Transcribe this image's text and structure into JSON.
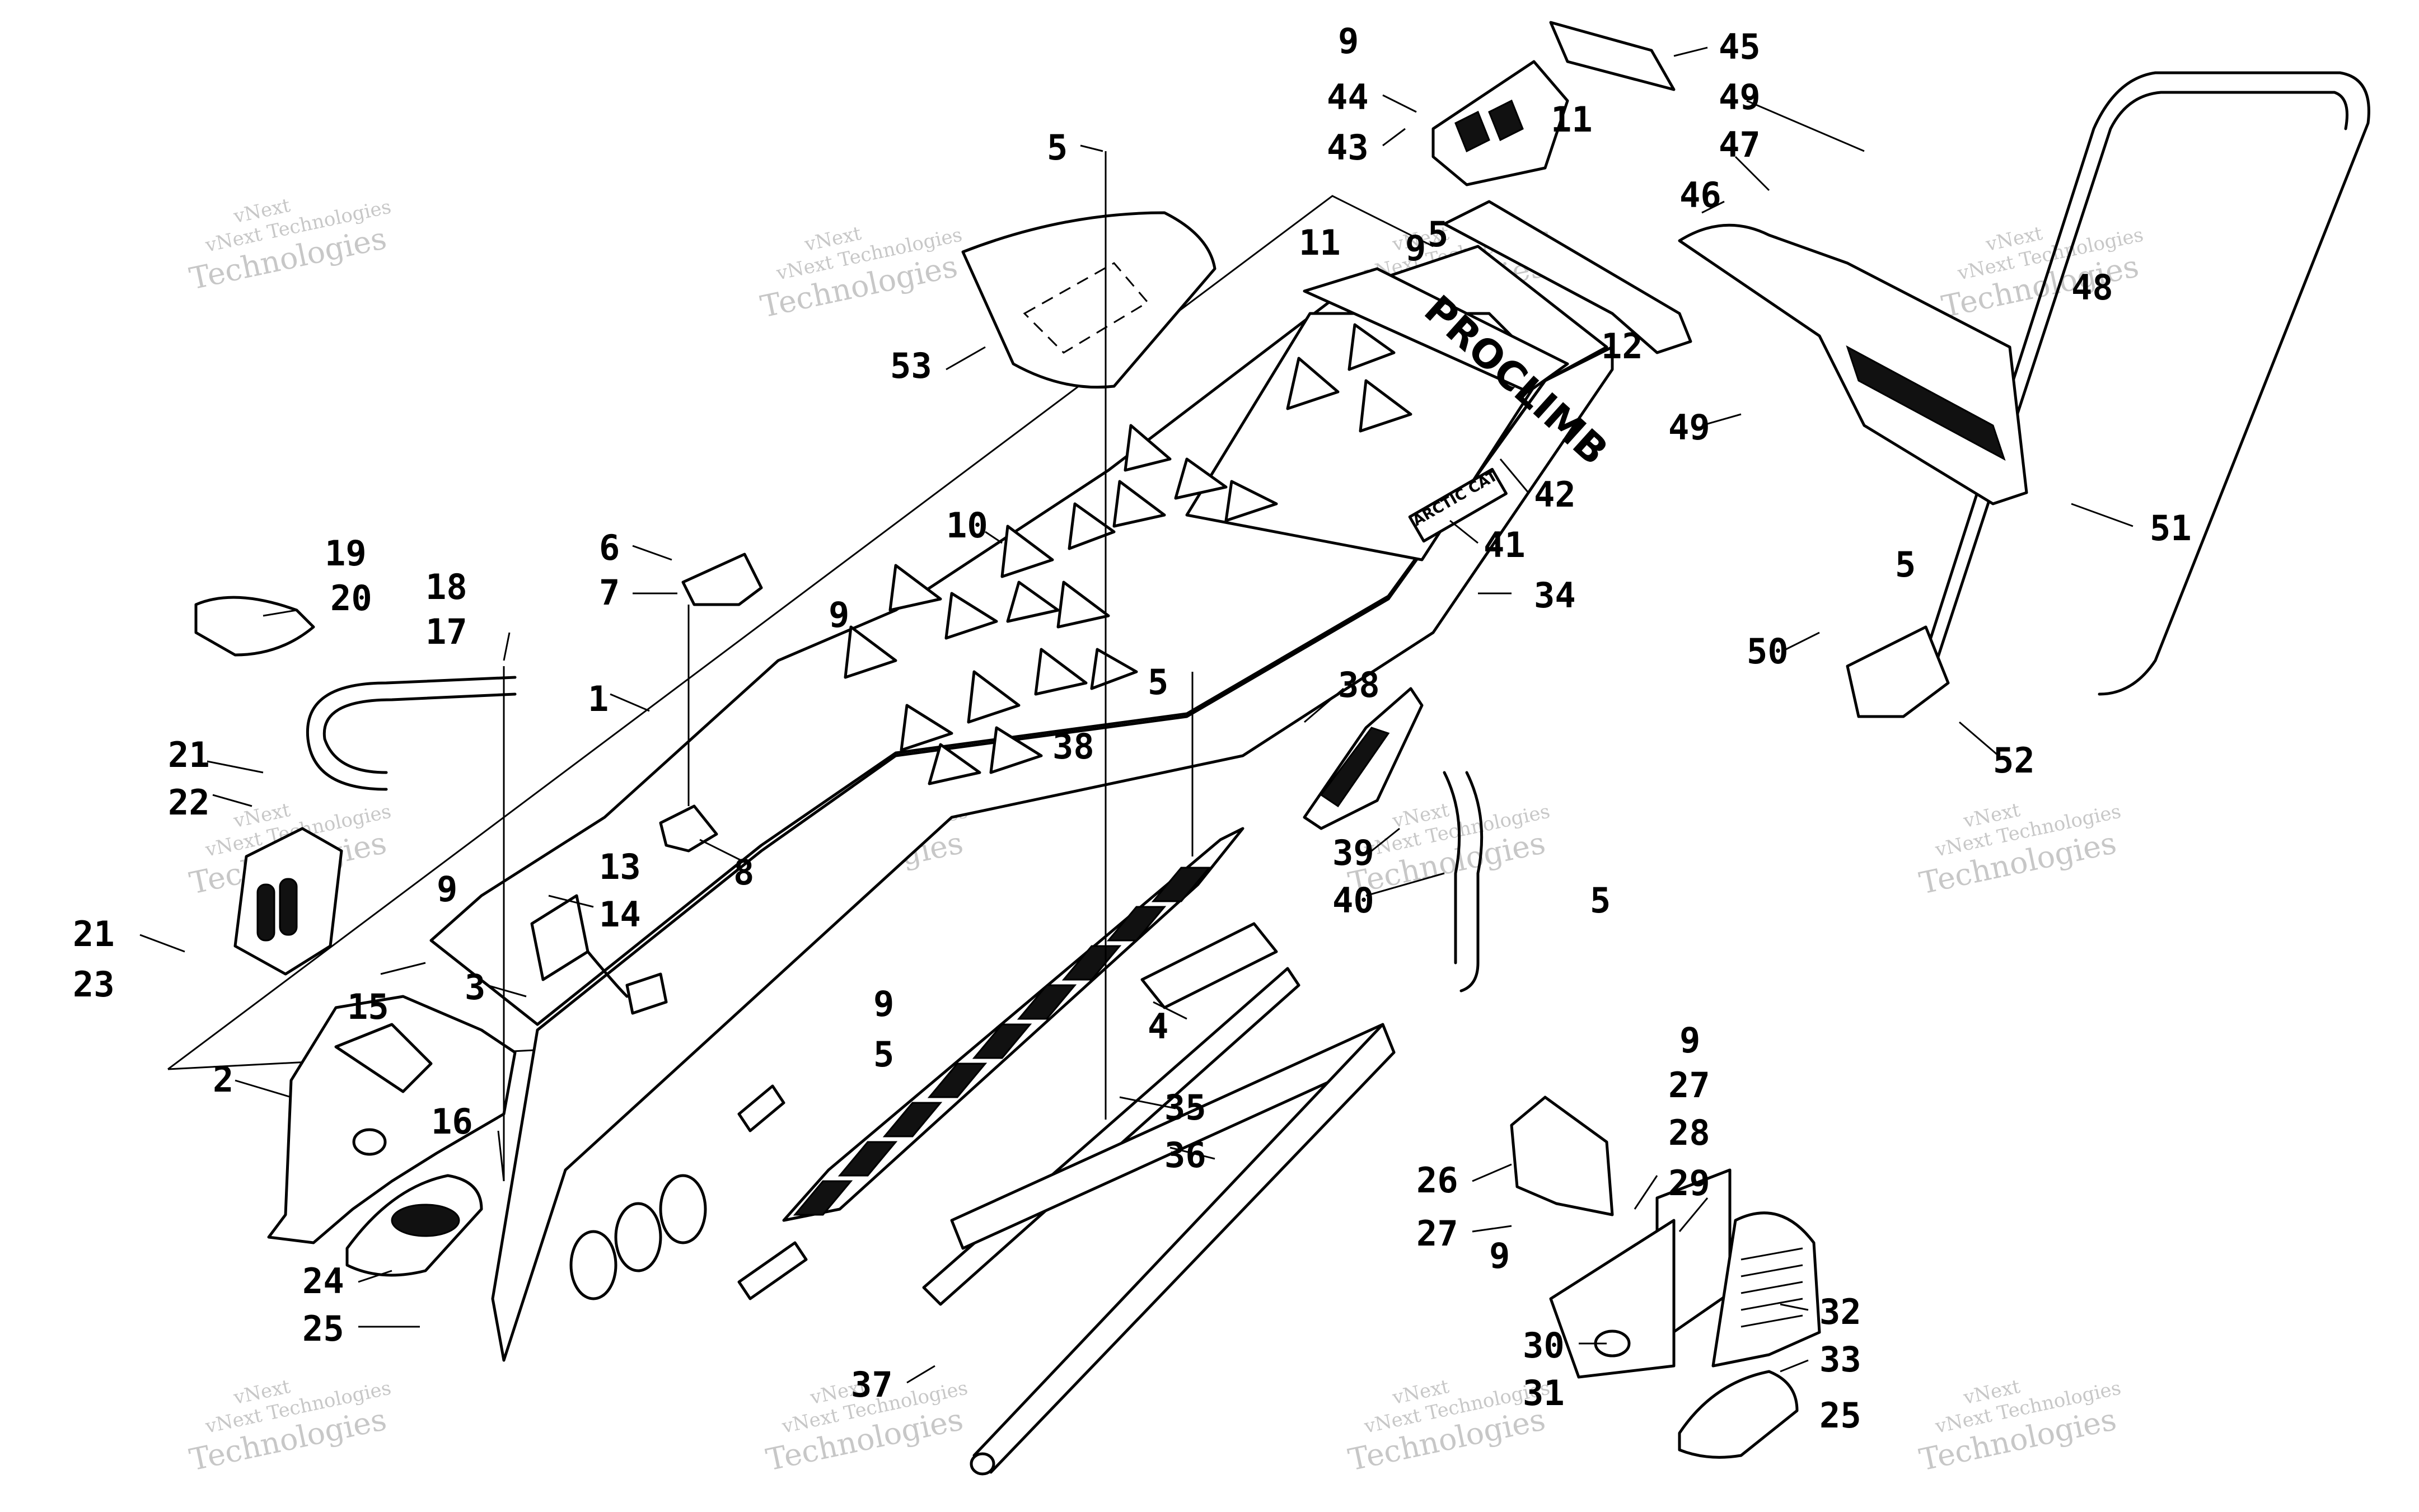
{
  "callouts": [
    {
      "num": "1"
    },
    {
      "num": "2"
    },
    {
      "num": "3"
    },
    {
      "num": "4"
    },
    {
      "num": "5"
    },
    {
      "num": "5"
    },
    {
      "num": "5"
    },
    {
      "num": "5"
    },
    {
      "num": "5"
    },
    {
      "num": "5"
    },
    {
      "num": "6"
    },
    {
      "num": "7"
    },
    {
      "num": "8"
    },
    {
      "num": "9"
    },
    {
      "num": "9"
    },
    {
      "num": "9"
    },
    {
      "num": "9"
    },
    {
      "num": "9"
    },
    {
      "num": "9"
    },
    {
      "num": "9"
    },
    {
      "num": "10"
    },
    {
      "num": "11"
    },
    {
      "num": "11"
    },
    {
      "num": "12"
    },
    {
      "num": "13"
    },
    {
      "num": "14"
    },
    {
      "num": "15"
    },
    {
      "num": "16"
    },
    {
      "num": "17"
    },
    {
      "num": "18"
    },
    {
      "num": "19"
    },
    {
      "num": "20"
    },
    {
      "num": "21"
    },
    {
      "num": "21"
    },
    {
      "num": "22"
    },
    {
      "num": "23"
    },
    {
      "num": "24"
    },
    {
      "num": "25"
    },
    {
      "num": "25"
    },
    {
      "num": "26"
    },
    {
      "num": "27"
    },
    {
      "num": "27"
    },
    {
      "num": "28"
    },
    {
      "num": "29"
    },
    {
      "num": "30"
    },
    {
      "num": "31"
    },
    {
      "num": "32"
    },
    {
      "num": "33"
    },
    {
      "num": "34"
    },
    {
      "num": "35"
    },
    {
      "num": "36"
    },
    {
      "num": "37"
    },
    {
      "num": "38"
    },
    {
      "num": "38"
    },
    {
      "num": "39"
    },
    {
      "num": "40"
    },
    {
      "num": "41"
    },
    {
      "num": "42"
    },
    {
      "num": "43"
    },
    {
      "num": "44"
    },
    {
      "num": "45"
    },
    {
      "num": "46"
    },
    {
      "num": "47"
    },
    {
      "num": "48"
    },
    {
      "num": "49"
    },
    {
      "num": "49"
    },
    {
      "num": "50"
    },
    {
      "num": "51"
    },
    {
      "num": "52"
    },
    {
      "num": "53"
    }
  ],
  "watermark": {
    "line1": "vNext",
    "line2": "vNext Technologies",
    "line3": "Technologies"
  },
  "deck_logo": "PROCLIMB",
  "side_logo": "ARCTIC CAT"
}
